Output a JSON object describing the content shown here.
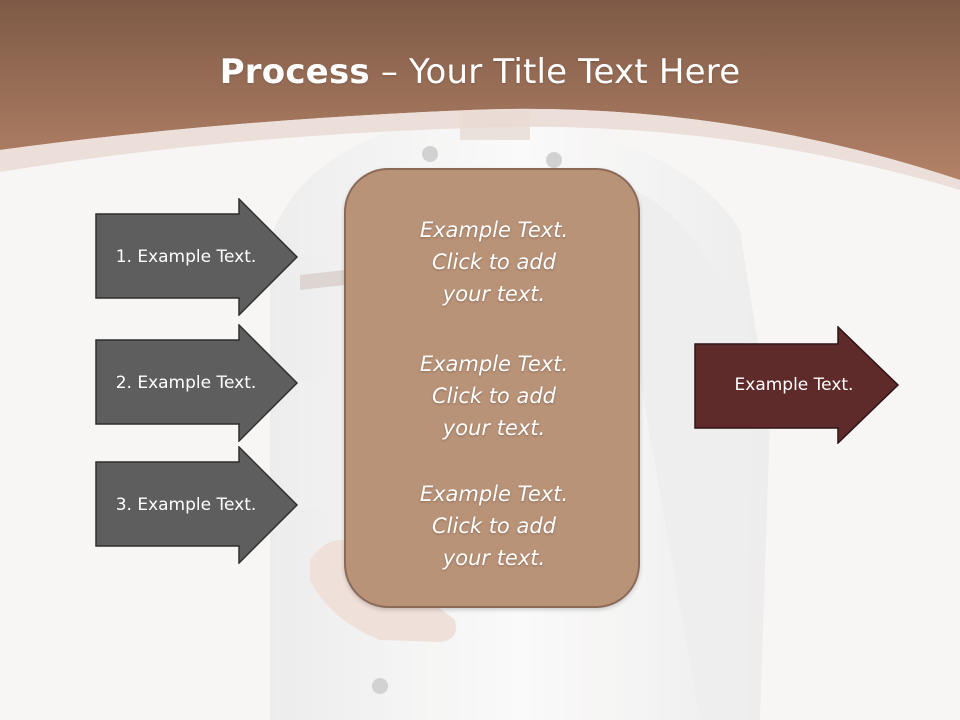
{
  "title": {
    "bold": "Process",
    "rest": " – Your Title Text Here"
  },
  "left_arrows": [
    {
      "label": "1. Example Text."
    },
    {
      "label": "2. Example Text."
    },
    {
      "label": "3. Example Text."
    }
  ],
  "center_box": {
    "blocks": [
      {
        "line1": "Example Text.",
        "line2": "Click  to add",
        "line3": "your text."
      },
      {
        "line1": "Example Text.",
        "line2": "Click  to add",
        "line3": "your text."
      },
      {
        "line1": "Example Text.",
        "line2": "Click  to add",
        "line3": "your text."
      }
    ]
  },
  "right_arrow": {
    "label": "Example Text."
  },
  "colors": {
    "header": "#9a7058",
    "arrow_gray": "#5e5e5e",
    "arrow_dark_red": "#5e2a2a",
    "box_tan": "#b99378"
  }
}
